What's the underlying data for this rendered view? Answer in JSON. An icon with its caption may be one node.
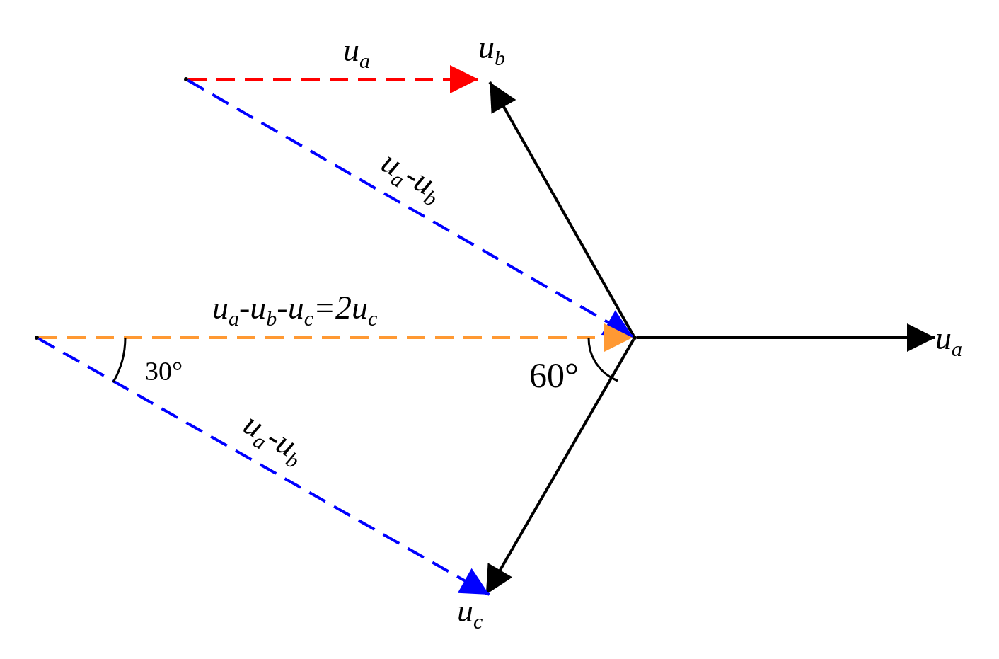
{
  "diagram": {
    "nodes": [
      {
        "text": [],
        "shape": "point"
      },
      {
        "text": [
          "u$_{a}$"
        ]
      },
      {
        "text": [
          "u$_{b}$"
        ]
      },
      {
        "text": [
          "u$_{c}$"
        ]
      },
      {
        "text": [],
        "shape": "point"
      },
      {
        "text": [],
        "shape": "point"
      }
    ],
    "edges": [
      {
        "from": 0,
        "to": 1,
        "arrow": "to"
      },
      {
        "from": 0,
        "to": 2,
        "arrow": "to"
      },
      {
        "from": 0,
        "to": 3,
        "arrow": "to"
      },
      {
        "from": 4,
        "to": 2,
        "arrow": "to",
        "style": "dashed",
        "color": "#ff0000",
        "label": "u$_{a}$"
      },
      {
        "from": 4,
        "to": 0,
        "arrow": "to",
        "style": "dashed",
        "color": "#0000ff",
        "label": "u$_{a}$-u$_{b}$"
      },
      {
        "from": 5,
        "to": 0,
        "arrow": "to",
        "style": "dashed",
        "color": "#ff9933",
        "label": "u$_{a}$-u$_{b}$-u$_{c}$=2u$_{c}$"
      },
      {
        "from": 5,
        "to": 3,
        "arrow": "to",
        "style": "dashed",
        "color": "#0000ff",
        "label": "u$_{a}$-u$_{b}$"
      }
    ],
    "labels": [
      "30°",
      "60°"
    ]
  }
}
